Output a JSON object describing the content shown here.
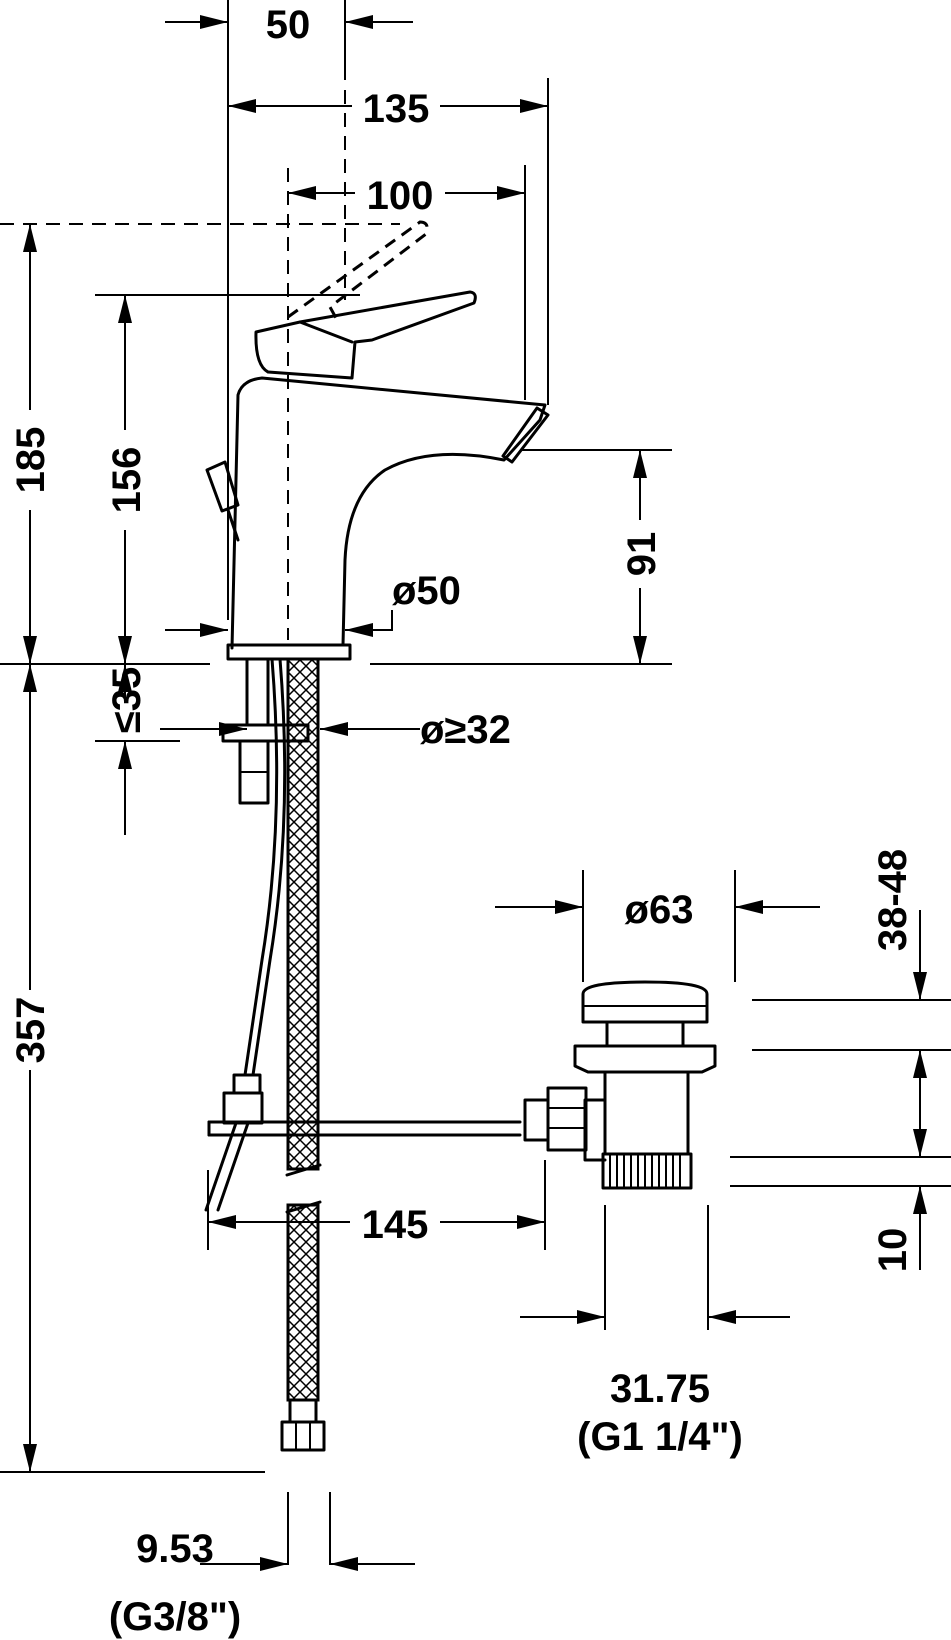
{
  "dimensions": {
    "handle_offset": "50",
    "overall_depth": "135",
    "spout_reach": "100",
    "total_height": "185",
    "spout_top_height": "156",
    "spout_outlet_height": "91",
    "base_diameter": "ø50",
    "counter_max_thickness": "≤35",
    "hole_diameter": "ø≥32",
    "hose_length": "357",
    "waste_diameter": "ø63",
    "waste_height_range": "38-48",
    "waste_thread_length": "10",
    "pull_rod_distance": "145",
    "waste_thread_size": "31.75",
    "waste_thread_standard": "(G1 1/4\")",
    "hose_connection_size": "9.53",
    "hose_connection_standard": "(G3/8\")"
  },
  "colors": {
    "line": "#000000",
    "background": "#ffffff"
  }
}
